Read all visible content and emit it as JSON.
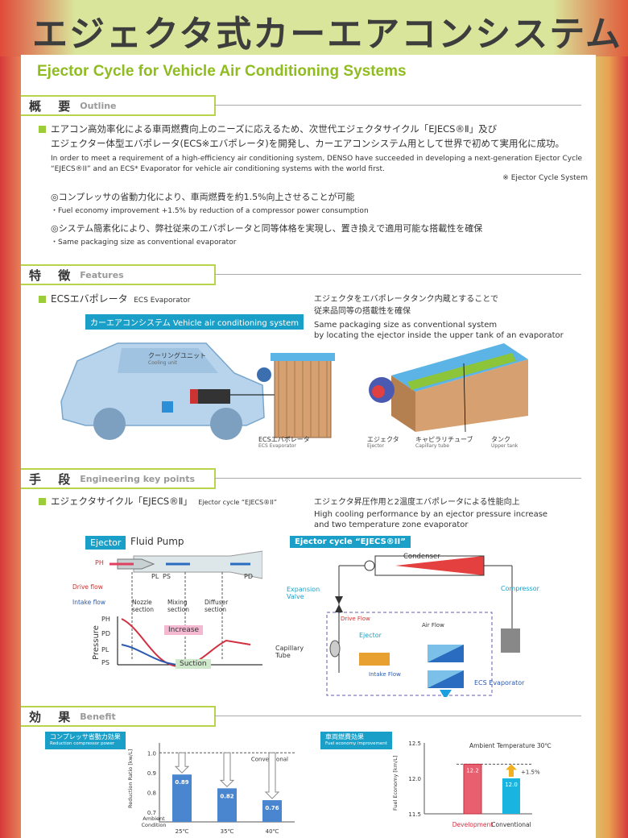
{
  "title": "エジェクタ式カーエアコンシステム",
  "subtitle": "Ejector Cycle for Vehicle Air Conditioning Systems",
  "outline": {
    "heading_jp": "概 要",
    "heading_en": "Outline",
    "para_jp_1": "エアコン高効率化による車両燃費向上のニーズに応えるため、次世代エジェクタサイクル「EJECS®Ⅱ」及び",
    "para_jp_2": "エジェクター体型エバポレータ(ECS※エバポレータ)を開発し、カーエアコンシステム用として世界で初めて実用化に成功。",
    "para_en_1": "In order to meet a requirement of a high-efficiency air conditioning system, DENSO have succeeded in developing a next-generation Ejector Cycle",
    "para_en_2": "“EJECS®II” and an ECS* Evaporator for vehicle air conditioning systems with the world first.",
    "note": "※ Ejector Cycle System",
    "point1_jp": "◎コンプレッサの省動力化により、車両燃費を約1.5%向上させることが可能",
    "point1_en": "・Fuel economy improvement +1.5% by reduction of a compressor power consumption",
    "point2_jp": "◎システム簡素化により、弊社従来のエバポレータと同等体格を実現し、置き換えで適用可能な搭載性を確保",
    "point2_en": "・Same packaging size as conventional evaporator"
  },
  "features": {
    "heading_jp": "特 徴",
    "heading_en": "Features",
    "item_jp": "ECSエバポレータ",
    "item_en": "ECS Evaporator",
    "system_label": "カーエアコンシステム  Vehicle air conditioning system",
    "cooling_jp": "クーリングユニット",
    "cooling_en": "Cooling unit",
    "evap_jp": "ECSエバポレータ",
    "evap_en": "ECS Evaporator",
    "desc_jp_1": "エジェクタをエバポレータタンク内蔵とすることで",
    "desc_jp_2": "従来品同等の搭載性を確保",
    "desc_en_1": "Same packaging size as conventional system",
    "desc_en_2": "by locating the ejector inside the upper tank of an evaporator",
    "ejector_jp": "エジェクタ",
    "ejector_en": "Ejector",
    "cap_jp": "キャピラリチューブ",
    "cap_en": "Capillary tube",
    "tank_jp": "タンク",
    "tank_en": "Upper tank"
  },
  "engineering": {
    "heading_jp": "手 段",
    "heading_en": "Engineering key points",
    "item_jp": "エジェクタサイクル「EJECS®Ⅱ」",
    "item_en": "Ejector cycle “EJECS®II”",
    "desc_jp": "エジェクタ昇圧作用と2温度エバポレータによる性能向上",
    "desc_en_1": "High cooling performance by an ejector pressure increase",
    "desc_en_2": "and two temperature zone evaporator",
    "pump": {
      "tag": "Ejector",
      "title": "Fluid Pump",
      "ph": "PH",
      "pl": "PL",
      "ps": "PS",
      "pd": "PD",
      "drive": "Drive flow",
      "intake": "Intake flow",
      "nozzle": "Nozzle section",
      "mixing": "Mixing section",
      "diffuser": "Diffuser section",
      "pressure": "Pressure",
      "y1": "PH",
      "y2": "PD",
      "y3": "PL",
      "y4": "PS",
      "increase": "Increase",
      "suction": "Suction"
    },
    "cycle": {
      "tag": "Ejector cycle “EJECS®II”",
      "condenser": "Condenser",
      "expansion": "Expansion Valve",
      "compressor": "Compressor",
      "drive": "Drive Flow",
      "ejector": "Ejector",
      "airflow": "Air Flow",
      "capillary": "Capillary Tube",
      "intake": "Intake Flow",
      "evap": "ECS Evaporator"
    }
  },
  "benefit": {
    "heading_jp": "効 果",
    "heading_en": "Benefit",
    "chart1_tag_jp": "コンプレッサ省動力効果",
    "chart1_tag_en": "Reduction compressor power",
    "chart2_tag_jp": "車両燃費効果",
    "chart2_tag_en": "Fuel economy improvement",
    "chart1_ylabel": "Reduction Ratio [kw/L]",
    "chart1_xlabel": "Ambient Condition",
    "chart1_conv": "Conventional",
    "chart2_ylabel": "Fuel Economy [km/L]",
    "chart2_note": "Ambient Temperature 30℃",
    "chart2_delta": "+1.5%"
  },
  "chart_data": [
    {
      "type": "bar",
      "categories": [
        "25℃",
        "35℃",
        "40℃"
      ],
      "values": [
        0.89,
        0.82,
        0.76
      ],
      "ylim": [
        0.65,
        1.05
      ],
      "yticks": [
        "1.0",
        "0.9",
        "0.8",
        "0.7"
      ],
      "reference": 1.0,
      "reference_label": "Conventional",
      "ylabel": "Reduction Ratio [kw/L]",
      "xlabel": "Ambient Condition",
      "color": "#4a86d0"
    },
    {
      "type": "bar",
      "categories": [
        "Development",
        "Conventional"
      ],
      "values": [
        12.2,
        12.0
      ],
      "ylim": [
        11.5,
        12.5
      ],
      "yticks": [
        "12.5",
        "12.0",
        "11.5"
      ],
      "colors": [
        "#e86070",
        "#1ab4e0"
      ],
      "ylabel": "Fuel Economy [km/L]"
    }
  ]
}
